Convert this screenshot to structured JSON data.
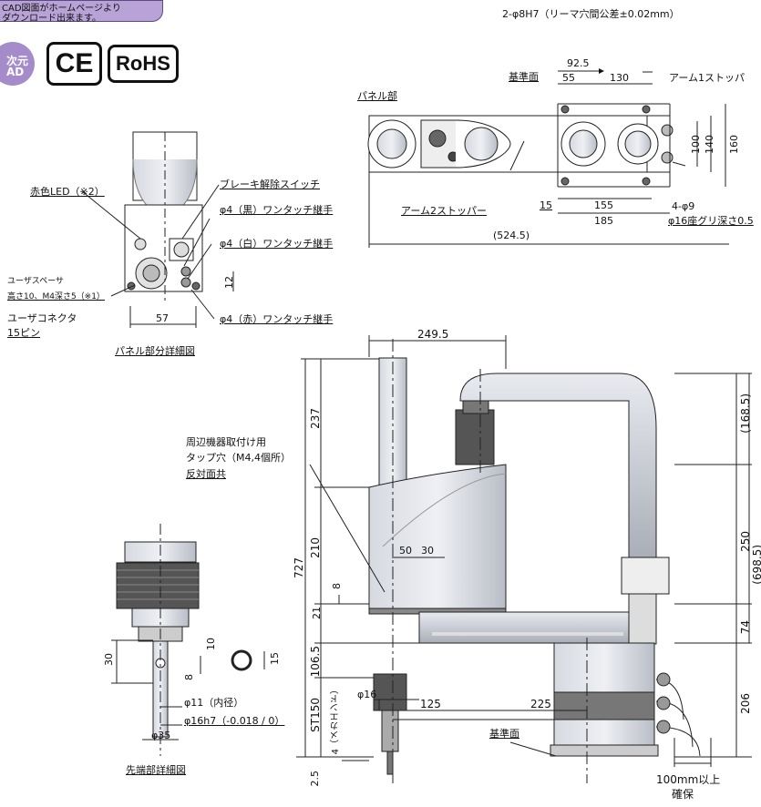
{
  "banner": {
    "line1": "CAD図面がホームページより",
    "line2": "ダウンロード出来ます。"
  },
  "badges": {
    "cad": {
      "line1": "次元",
      "line2": "AD"
    },
    "ce": "CE",
    "rohs": "RoHS"
  },
  "top_view": {
    "ream_hole": "2-φ8H7（リーマ穴間公差±0.02mm）",
    "dim_92_5": "92.5",
    "dim_55": "55",
    "dim_130": "130",
    "ref_surface": "基準面",
    "arm1_stopper": "アーム1ストッパ",
    "panel_part": "パネル部",
    "dim_100": "100",
    "dim_140": "140",
    "dim_160": "160",
    "arm2_stopper": "アーム2ストッパー",
    "dim_15": "15",
    "dim_155": "155",
    "dim_185": "185",
    "hole_4_phi9": "4-φ9",
    "counterbore": "φ16座グリ深さ0.5",
    "dim_524_5": "(524.5)"
  },
  "panel_detail": {
    "red_led": "赤色LED（※2）",
    "brake_switch": "ブレーキ解除スイッチ",
    "fitting_black": "φ4（黒）ワンタッチ継手",
    "fitting_white": "φ4（白）ワンタッチ継手",
    "fitting_red": "φ4（赤）ワンタッチ継手",
    "user_spacer_1": "ユーザスペーサ",
    "user_spacer_2": "高さ10、M4深さ5（※1）",
    "user_connector_1": "ユーザコネクタ",
    "user_connector_2": "15ピン",
    "dim_12": "12",
    "dim_57": "57",
    "caption": "パネル部分詳細図"
  },
  "side_view": {
    "dim_249_5": "249.5",
    "tap_hole_1": "周辺機器取付け用",
    "tap_hole_2": "タップ穴（M4,4個所）",
    "tap_hole_3": "反対面共",
    "dim_237": "237",
    "dim_727": "727",
    "dim_210": "210",
    "dim_50": "50",
    "dim_30": "30",
    "dim_8": "8",
    "dim_21": "21",
    "dim_106_5": "106.5",
    "dim_st150": "ST150",
    "mech_end": "4（メカエンド）",
    "dim_2_5": "2.5",
    "dim_phi16": "φ16",
    "dim_125": "125",
    "dim_225": "225",
    "ref_surface": "基準面",
    "dim_168_5": "(168.5)",
    "dim_250": "250",
    "dim_698_5": "(698.5)",
    "dim_74": "74",
    "dim_206": "206",
    "clearance_1": "100mm以上",
    "clearance_2": "確保"
  },
  "tip_detail": {
    "dim_30": "30",
    "dim_10": "10",
    "dim_8": "8",
    "dim_15": "15",
    "inner_dia": "φ11（内径）",
    "shaft_tol": "φ16h7（-0.018 / 0）",
    "dim_phi35": "φ35",
    "caption": "先端部詳細図"
  },
  "colors": {
    "banner_bg": "#b8a2d6",
    "badge_bg": "#a58bc9",
    "robot_body": "#c9cdd6",
    "robot_dark": "#50545c"
  }
}
